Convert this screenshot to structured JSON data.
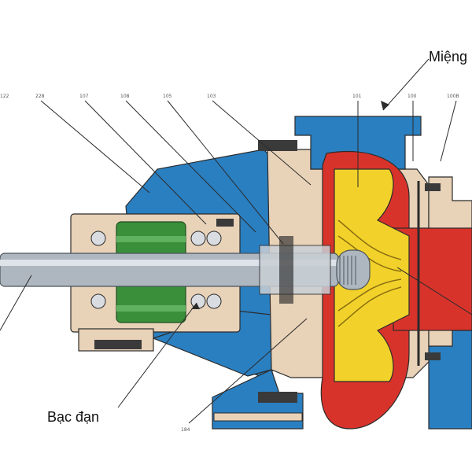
{
  "diagram": {
    "part_numbers": {
      "p122": "122",
      "p228": "228",
      "p107": "107",
      "p108": "108",
      "p105": "105",
      "p103": "103",
      "p101": "101",
      "p100": "100",
      "p100b": "100B",
      "p184": "184"
    },
    "callouts": {
      "discharge": "Miệng",
      "bearing": "Bạc đạn"
    },
    "colors": {
      "casing_blue": "#2a7fc1",
      "frame_tan": "#e8d2b8",
      "impeller_yellow": "#f2d22a",
      "volute_red": "#d8332b",
      "shaft_grey": "#aeb6bf",
      "bearing_green": "#3a8f3a",
      "outline": "#2b2b2b"
    }
  }
}
